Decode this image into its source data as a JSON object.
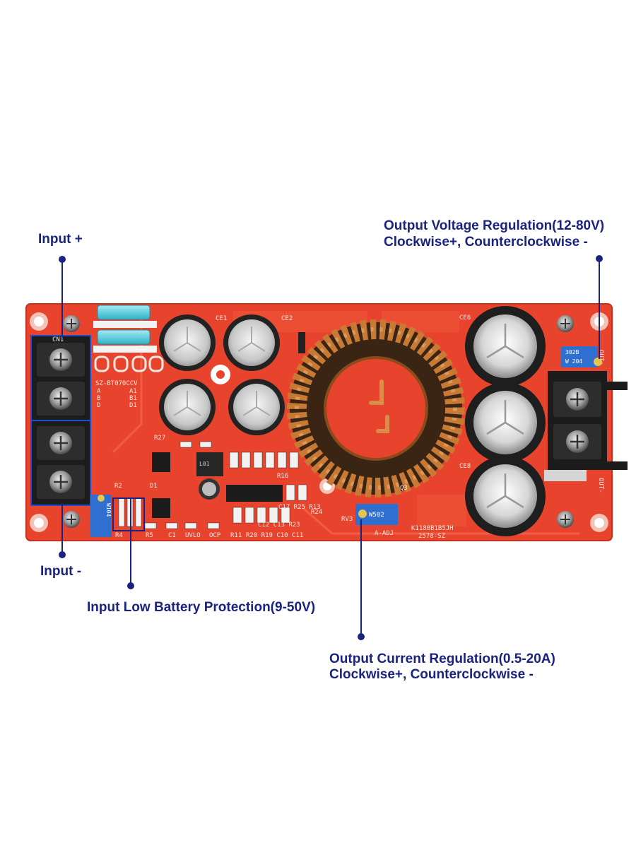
{
  "callouts": {
    "input_plus": "Input +",
    "input_minus": "Input -",
    "output_voltage_line1": "Output Voltage Regulation(12-80V)",
    "output_voltage_line2": "Clockwise+, Counterclockwise -",
    "low_battery": "Input Low Battery Protection(9-50V)",
    "output_current_line1": "Output Current Regulation(0.5-20A)",
    "output_current_line2": "Clockwise+, Counterclockwise -"
  },
  "board_silkscreen": {
    "model": "SZ-BT070CCV",
    "cn1": "CN1",
    "ce1": "CE1",
    "ce2": "CE2",
    "ce6": "CE6",
    "ce8": "CE8",
    "uvlo": "UVLO",
    "ocp": "OCP",
    "a_adj": "A-ADJ",
    "rv3": "RV3",
    "pot_current": "W502",
    "pot_voltage": "W 204",
    "pot_voltage_code": "302B",
    "pot_low_batt": "W104",
    "out_plus": "OUT+",
    "out_minus": "OUT-",
    "pcb_code": "K1188B1B5JH",
    "pcb_code2": "2578-SZ",
    "ic_l1": "L01",
    "r27": "R27",
    "r2": "R2",
    "r4": "R4",
    "r5": "R5",
    "c1": "C1",
    "r11": "R11",
    "r20": "R20 R19 C10 C11",
    "r16": "R16",
    "c17": "C17 R25 R13",
    "r24": "R24",
    "c12": "C12 C13 R23",
    "q3": "Q3",
    "d1": "D1",
    "jumpers_a": "A",
    "jumpers_b": "B",
    "jumpers_d": "D",
    "jumpers_a1": "A1",
    "jumpers_b1": "B1",
    "jumpers_d1": "D1"
  },
  "colors": {
    "callout": "#1a237e",
    "pcb": "#e8432c",
    "copper": "#c87a34",
    "terminal": "#262626",
    "pot": "#2f6fd0"
  }
}
